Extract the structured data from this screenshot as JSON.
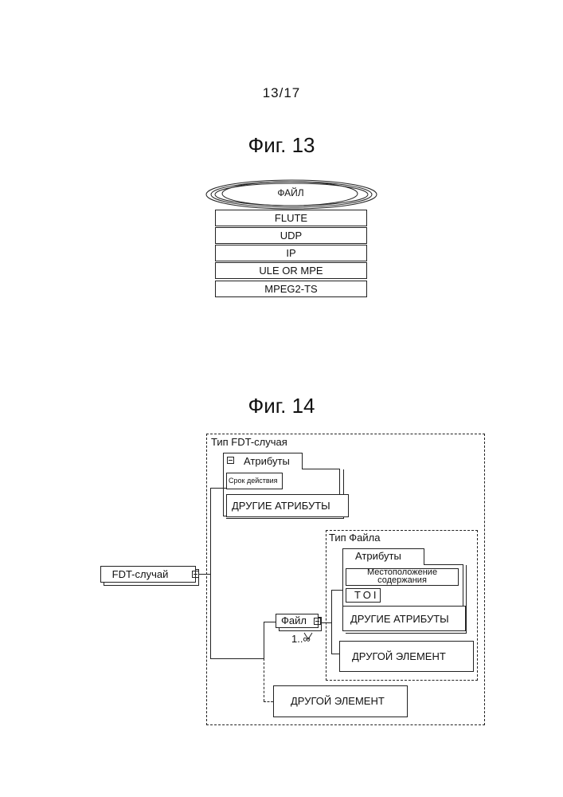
{
  "page_number": "13/17",
  "fig13": {
    "title": "Фиг. 13",
    "top_label": "ФАЙЛ",
    "layers": [
      "FLUTE",
      "UDP",
      "IP",
      "ULE OR MPE",
      "MPEG2-TS"
    ]
  },
  "fig14": {
    "title": "Фиг. 14",
    "fdt_instance_type_label": "Тип FDT-случая",
    "fdt_attributes_label": "Атрибуты",
    "expires_label": "Срок действия",
    "fdt_other_attributes_label": "ДРУГИЕ АТРИБУТЫ",
    "fdt_instance_label": "FDT-случай",
    "file_type_label": "Тип Файла",
    "file_attributes_label": "Атрибуты",
    "content_location_line1": "Местоположение",
    "content_location_line2": "содержания",
    "toi_label": "TOI",
    "file_other_attributes_label": "ДРУГИЕ АТРИБУТЫ",
    "file_label": "Файл",
    "multiplicity_label": "1..∞",
    "file_other_element_label": "ДРУГОЙ ЭЛЕМЕНТ",
    "fdt_other_element_label": "ДРУГОЙ ЭЛЕМЕНТ"
  }
}
